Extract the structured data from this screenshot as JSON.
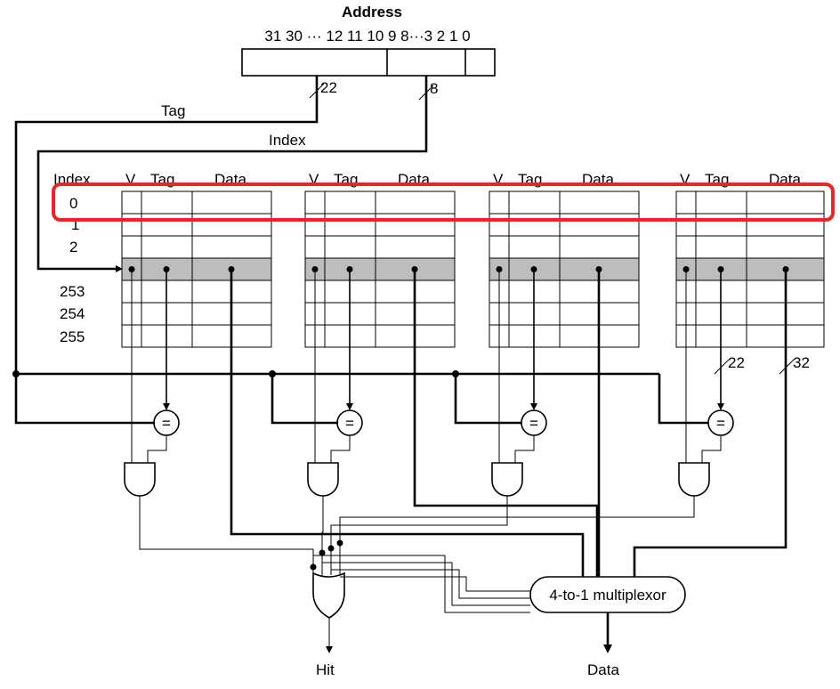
{
  "address": {
    "title": "Address",
    "bits": "31 30 ··· 12 11 10 9 8···3 2 1 0",
    "tag_width": "22",
    "index_width": "8"
  },
  "signals": {
    "tag": "Tag",
    "index": "Index"
  },
  "table": {
    "index_header": "Index",
    "col_v": "V",
    "col_tag": "Tag",
    "col_data": "Data",
    "row_labels": [
      "0",
      "1",
      "2",
      "253",
      "254",
      "255"
    ]
  },
  "comparator_symbol": "=",
  "bus_widths": {
    "tag": "22",
    "data": "32"
  },
  "mux_label": "4-to-1 multiplexor",
  "outputs": {
    "hit": "Hit",
    "data": "Data"
  },
  "highlight_color": "#e8262a",
  "selected_row_color": "#bdbdbd"
}
